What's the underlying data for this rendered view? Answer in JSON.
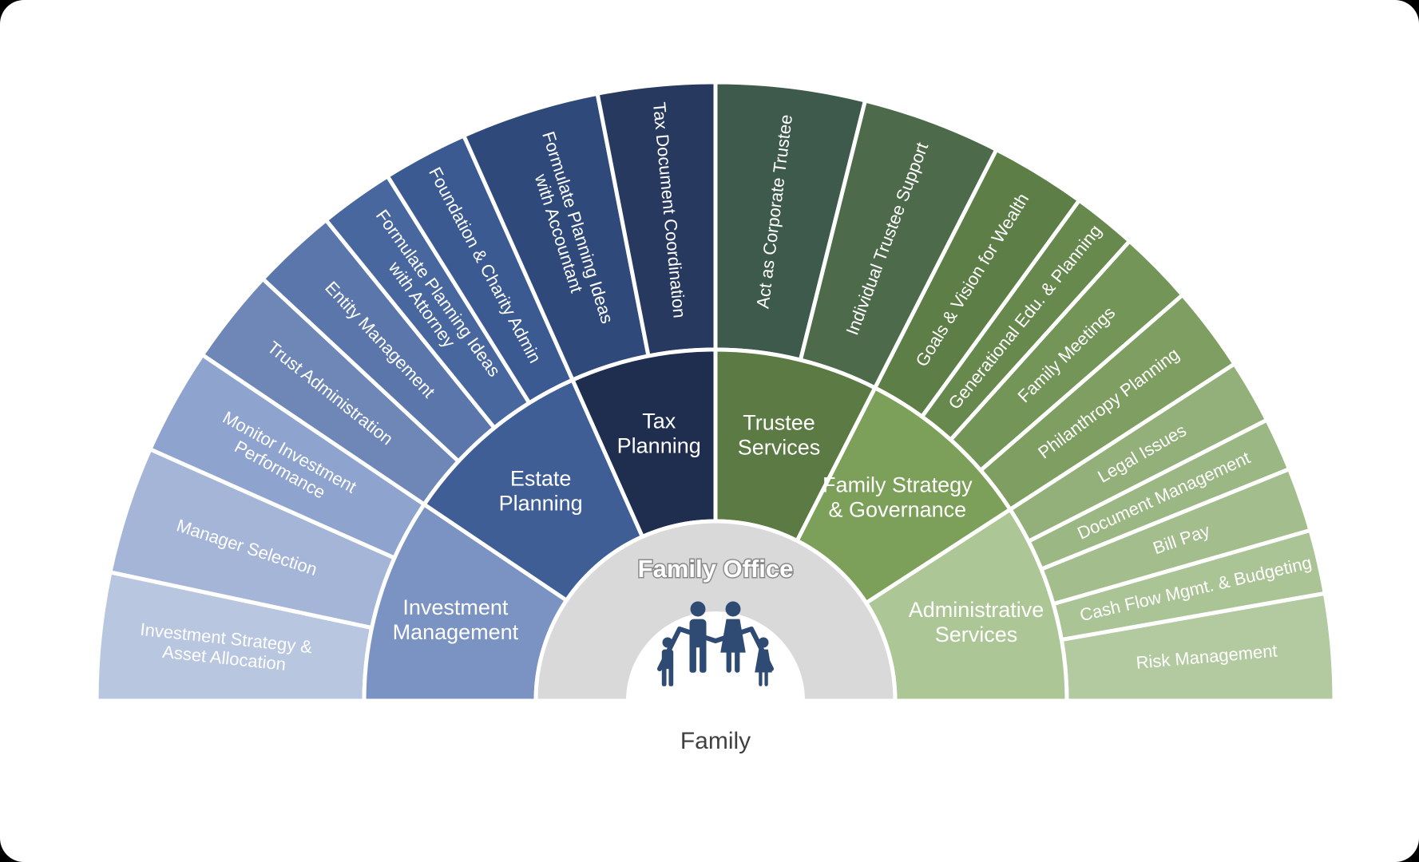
{
  "center": {
    "title": "Family Office",
    "caption": "Family",
    "icon": "family-icon",
    "hub_color": "#d9d9d9",
    "icon_color": "#2f4a73"
  },
  "services": [
    {
      "key": "investment",
      "label": [
        "Investment",
        "Management"
      ],
      "color": "#7b93c2",
      "items": [
        {
          "label": [
            "Investment Strategy &",
            "Asset Allocation"
          ],
          "color": "#b9c6e0"
        },
        {
          "label": [
            "Manager Selection"
          ],
          "color": "#a4b5d8"
        },
        {
          "label": [
            "Monitor Investment",
            "Performance"
          ],
          "color": "#8ea3cd"
        }
      ]
    },
    {
      "key": "estate",
      "label": [
        "Estate",
        "Planning"
      ],
      "color": "#405e96",
      "items": [
        {
          "label": [
            "Trust Administration"
          ],
          "color": "#6e87b7"
        },
        {
          "label": [
            "Entity Management"
          ],
          "color": "#5a76ab"
        },
        {
          "label": [
            "Formulate Planning Ideas",
            "with Attorney"
          ],
          "color": "#49679f"
        },
        {
          "label": [
            "Foundation & Charity Admin"
          ],
          "color": "#3b5a92"
        }
      ]
    },
    {
      "key": "tax",
      "label": [
        "Tax",
        "Planning"
      ],
      "color": "#1f2e4f",
      "items": [
        {
          "label": [
            "Formulate Planning Ideas",
            "with Accountant"
          ],
          "color": "#2f4a7a"
        },
        {
          "label": [
            "Tax Document Coordination"
          ],
          "color": "#27395f"
        }
      ]
    },
    {
      "key": "trustee",
      "label": [
        "Trustee",
        "Services"
      ],
      "color": "#5b7a44",
      "items": [
        {
          "label": [
            "Act as Corporate Trustee"
          ],
          "color": "#3e5a4c"
        },
        {
          "label": [
            "Individual Trustee Support"
          ],
          "color": "#4d6b4a"
        }
      ]
    },
    {
      "key": "strategy",
      "label": [
        "Family Strategy",
        "& Governance"
      ],
      "color": "#7ca05a",
      "items": [
        {
          "label": [
            "Goals & Vision for Wealth"
          ],
          "color": "#5d7e47"
        },
        {
          "label": [
            "Generational Edu. & Planning"
          ],
          "color": "#67894e"
        },
        {
          "label": [
            "Family Meetings"
          ],
          "color": "#739558"
        },
        {
          "label": [
            "Philanthropy Planning"
          ],
          "color": "#7f9f62"
        }
      ]
    },
    {
      "key": "admin",
      "label": [
        "Administrative",
        "Services"
      ],
      "color": "#adc696",
      "items": [
        {
          "label": [
            "Legal Issues"
          ],
          "color": "#93b07a"
        },
        {
          "label": [
            "Document Management"
          ],
          "color": "#9bb783"
        },
        {
          "label": [
            "Bill Pay"
          ],
          "color": "#a3bd8c"
        },
        {
          "label": [
            "Cash Flow Mgmt. & Budgeting"
          ],
          "color": "#abc496"
        },
        {
          "label": [
            "Risk Management"
          ],
          "color": "#b3caa0"
        }
      ]
    }
  ]
}
